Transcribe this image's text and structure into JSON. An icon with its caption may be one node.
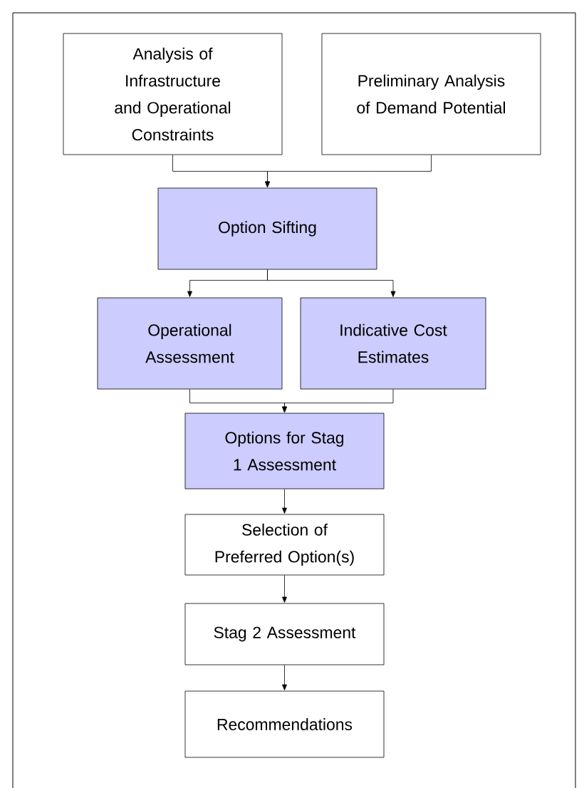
{
  "diagram": {
    "nodes": [
      {
        "text": [
          "Analysis of Infrastructure and Operational Constraints"
        ]
      },
      {
        "text": [
          "Preliminary Analysis of Demand Potential"
        ]
      },
      {
        "text": [
          "Option Sifting"
        ]
      },
      {
        "text": [
          "Operational Assessment"
        ]
      },
      {
        "text": [
          "Indicative Cost Estimates"
        ]
      },
      {
        "text": [
          "Options for Stag 1 Assessment"
        ]
      },
      {
        "text": [
          "Selection of Preferred Option(s)"
        ]
      },
      {
        "text": [
          "Stag 2 Assessment"
        ]
      },
      {
        "text": [
          "Recommendations"
        ]
      }
    ],
    "edges": [
      {
        "from": 0,
        "to": 2,
        "arrow": "to"
      },
      {
        "from": 1,
        "to": 2,
        "arrow": "to"
      },
      {
        "from": 2,
        "to": 3,
        "arrow": "to"
      },
      {
        "from": 2,
        "to": 4,
        "arrow": "to"
      },
      {
        "from": 3,
        "to": 5,
        "arrow": "to"
      },
      {
        "from": 4,
        "to": 5,
        "arrow": "to"
      },
      {
        "from": 5,
        "to": 6,
        "arrow": "to"
      },
      {
        "from": 6,
        "to": 7,
        "arrow": "to"
      },
      {
        "from": 7,
        "to": 8,
        "arrow": "to"
      }
    ]
  }
}
